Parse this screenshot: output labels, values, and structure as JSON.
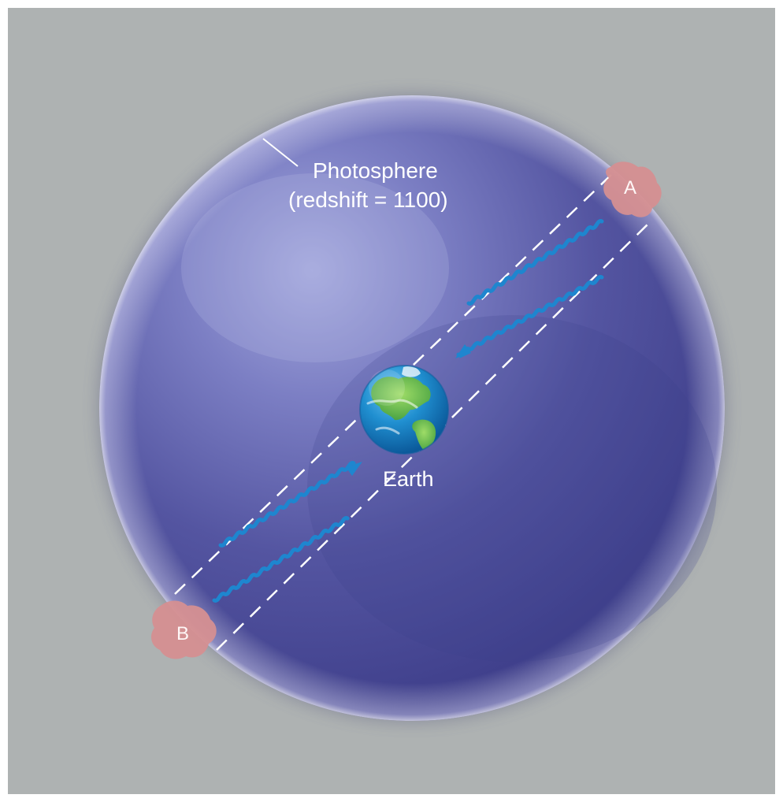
{
  "labels": {
    "photosphere_line1": "Photosphere",
    "photosphere_line2": "(redshift = 1100)",
    "earth": "Earth",
    "region_a": "A",
    "region_b": "B"
  },
  "colors": {
    "background": "#aeb2b2",
    "sphere_light": "#9da2d8",
    "sphere_mid": "#5e5ea8",
    "sphere_dark": "#3f3f8c",
    "wave": "#1e86cf",
    "region": "#d58f91",
    "guide_lines": "#ffffff"
  }
}
